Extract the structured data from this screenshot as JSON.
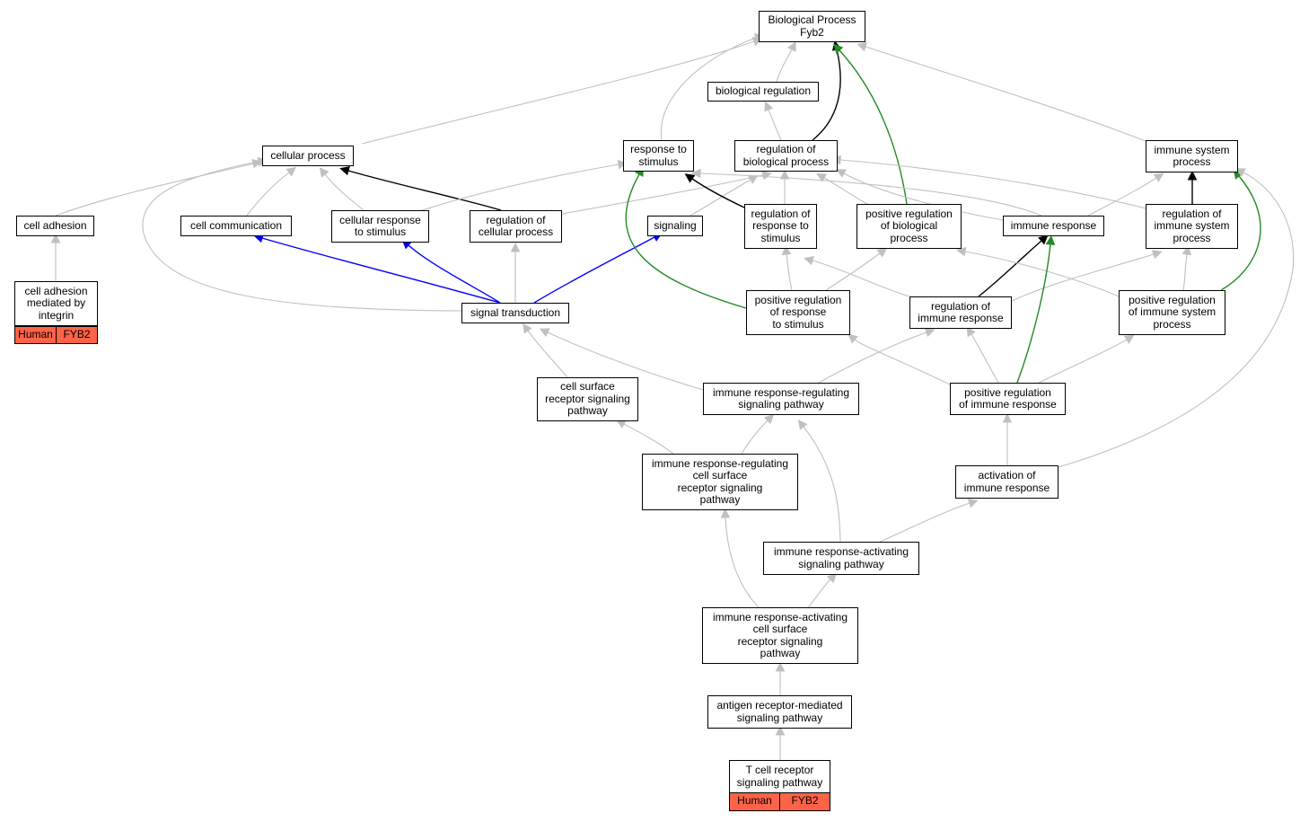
{
  "nodes": {
    "bp": "Biological Process\nFyb2",
    "biological_regulation": "biological regulation",
    "cellular_process": "cellular process",
    "response_to_stimulus": "response to\nstimulus",
    "regulation_of_biological_process": "regulation of\nbiological process",
    "immune_system_process": "immune system\nprocess",
    "cell_adhesion": "cell adhesion",
    "cell_communication": "cell communication",
    "cellular_response_to_stimulus": "cellular response\nto stimulus",
    "regulation_of_cellular_process": "regulation of\ncellular process",
    "signaling": "signaling",
    "regulation_of_response_to_stimulus": "regulation of\nresponse to\nstimulus",
    "positive_regulation_of_biological_process": "positive regulation\nof biological\nprocess",
    "immune_response": "immune response",
    "regulation_of_immune_system_process": "regulation of\nimmune system\nprocess",
    "cell_adhesion_integrin": "cell adhesion\nmediated by\nintegrin",
    "signal_transduction": "signal transduction",
    "positive_regulation_of_response_to_stimulus": "positive regulation\nof response\nto stimulus",
    "regulation_of_immune_response": "regulation of\nimmune response",
    "positive_regulation_of_immune_system_process": "positive regulation\nof immune system\nprocess",
    "cell_surface_receptor_signaling_pathway": "cell surface\nreceptor signaling\npathway",
    "immune_response_regulating_signaling_pathway": "immune response-regulating\nsignaling pathway",
    "positive_regulation_of_immune_response": "positive regulation\nof immune response",
    "ir_regulating_cell_surface_receptor": "immune response-regulating\ncell surface\nreceptor signaling\npathway",
    "activation_of_immune_response": "activation of\nimmune response",
    "immune_response_activating_signaling_pathway": "immune response-activating\nsignaling pathway",
    "ir_activating_cell_surface_receptor": "immune response-activating\ncell surface\nreceptor signaling\npathway",
    "antigen_receptor_mediated": "antigen receptor-mediated\nsignaling pathway",
    "t_cell_receptor": "T cell receptor\nsignaling pathway"
  },
  "annotations": {
    "cell_adhesion_integrin": {
      "species": "Human",
      "gene": "FYB2"
    },
    "t_cell_receptor": {
      "species": "Human",
      "gene": "FYB2"
    }
  },
  "colors": {
    "edge_default": "#c0c0c0",
    "edge_black": "#000000",
    "edge_blue": "#0000ff",
    "edge_green": "#228b22",
    "annotation_fill": "#ff6347"
  }
}
